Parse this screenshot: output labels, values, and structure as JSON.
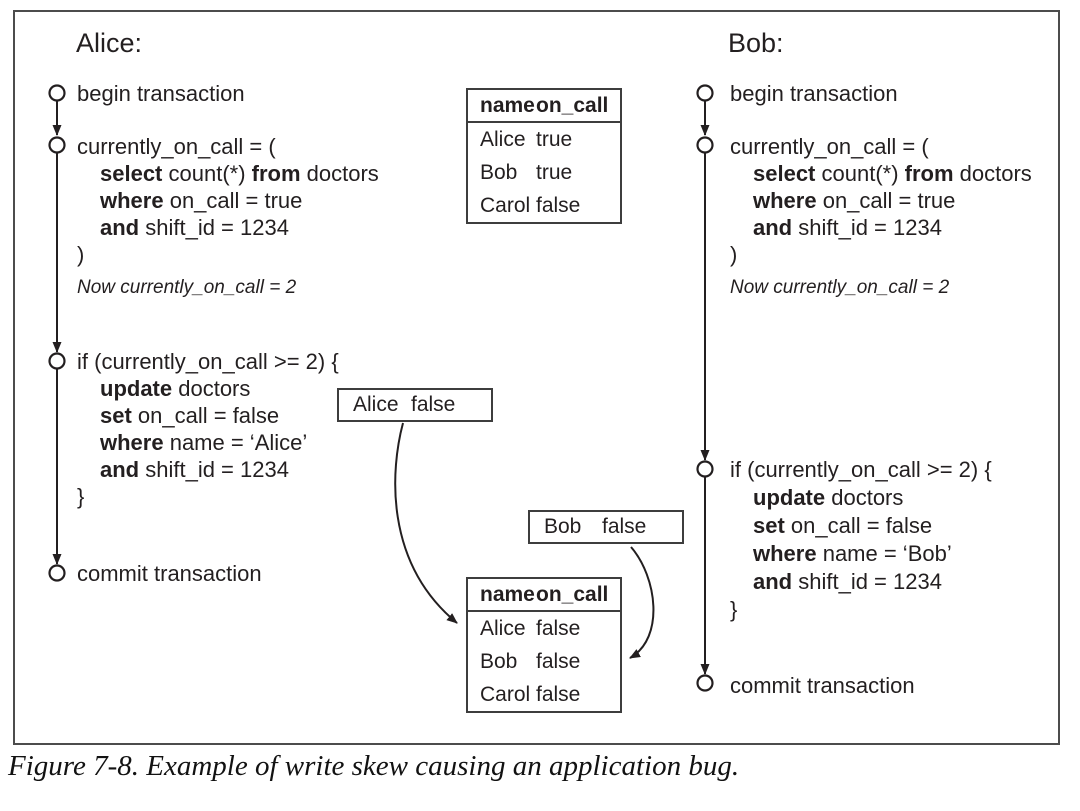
{
  "caption": "Figure 7-8. Example of write skew causing an application bug.",
  "alice": {
    "title": "Alice:",
    "begin": "begin transaction",
    "query": {
      "lines": [
        [
          {
            "t": "currently_on_call = ("
          }
        ],
        [
          {
            "t": "select",
            "b": true
          },
          {
            "t": " count(*) "
          },
          {
            "t": "from",
            "b": true
          },
          {
            "t": " doctors"
          }
        ],
        [
          {
            "t": "where",
            "b": true
          },
          {
            "t": " on_call = true"
          }
        ],
        [
          {
            "t": "and",
            "b": true
          },
          {
            "t": " shift_id = 1234"
          }
        ],
        [
          {
            "t": ")"
          }
        ]
      ],
      "note": "Now currently_on_call = 2"
    },
    "cond": {
      "lines": [
        [
          {
            "t": "if (currently_on_call >= 2) {"
          }
        ],
        [
          {
            "t": "update",
            "b": true
          },
          {
            "t": " doctors"
          }
        ],
        [
          {
            "t": "set",
            "b": true
          },
          {
            "t": " on_call = false"
          }
        ],
        [
          {
            "t": "where",
            "b": true
          },
          {
            "t": " name = ‘Alice’"
          }
        ],
        [
          {
            "t": "and",
            "b": true
          },
          {
            "t": " shift_id = 1234"
          }
        ],
        [
          {
            "t": "}"
          }
        ]
      ]
    },
    "commit": "commit transaction"
  },
  "bob": {
    "title": "Bob:",
    "begin": "begin transaction",
    "query": {
      "lines": [
        [
          {
            "t": "currently_on_call = ("
          }
        ],
        [
          {
            "t": "select",
            "b": true
          },
          {
            "t": " count(*) "
          },
          {
            "t": "from",
            "b": true
          },
          {
            "t": " doctors"
          }
        ],
        [
          {
            "t": "where",
            "b": true
          },
          {
            "t": " on_call = true"
          }
        ],
        [
          {
            "t": "and",
            "b": true
          },
          {
            "t": " shift_id = 1234"
          }
        ],
        [
          {
            "t": ")"
          }
        ]
      ],
      "note": "Now currently_on_call = 2"
    },
    "cond": {
      "lines": [
        [
          {
            "t": "if (currently_on_call >= 2) {"
          }
        ],
        [
          {
            "t": "update",
            "b": true
          },
          {
            "t": " doctors"
          }
        ],
        [
          {
            "t": "set",
            "b": true
          },
          {
            "t": " on_call = false"
          }
        ],
        [
          {
            "t": "where",
            "b": true
          },
          {
            "t": " name = ‘Bob’"
          }
        ],
        [
          {
            "t": "and",
            "b": true
          },
          {
            "t": " shift_id = 1234"
          }
        ],
        [
          {
            "t": "}"
          }
        ]
      ]
    },
    "commit": "commit transaction"
  },
  "doctors_initial": {
    "columns": [
      "name",
      "on_call"
    ],
    "rows": [
      [
        "Alice",
        "true"
      ],
      [
        "Bob",
        "true"
      ],
      [
        "Carol",
        "false"
      ]
    ]
  },
  "doctors_final": {
    "columns": [
      "name",
      "on_call"
    ],
    "rows": [
      [
        "Alice",
        "false"
      ],
      [
        "Bob",
        "false"
      ],
      [
        "Carol",
        "false"
      ]
    ]
  },
  "write_alice": {
    "name": "Alice",
    "value": "false"
  },
  "write_bob": {
    "name": "Bob",
    "value": "false"
  }
}
